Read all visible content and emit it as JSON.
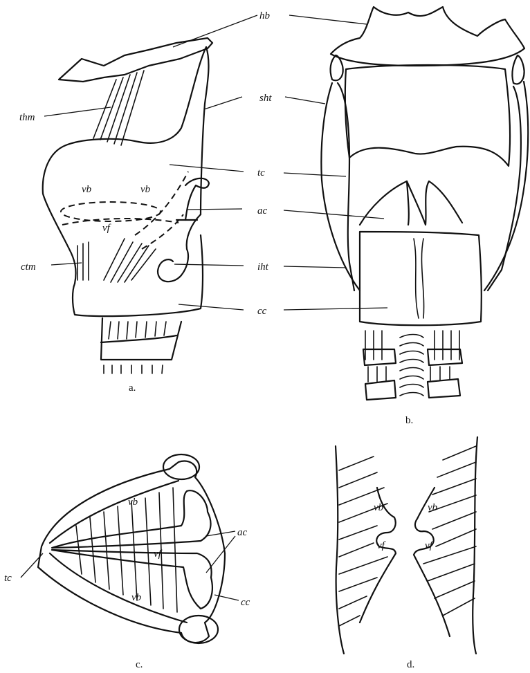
{
  "panels": [
    {
      "caption": "a."
    },
    {
      "caption": "b."
    },
    {
      "caption": "c."
    },
    {
      "caption": "d."
    }
  ],
  "labels": {
    "hb": "hb",
    "thm": "thm",
    "sht": "sht",
    "tc": "tc",
    "vb": "vb",
    "vf": "vf",
    "ac": "ac",
    "ctm": "ctm",
    "iht": "iht",
    "cc": "cc"
  }
}
